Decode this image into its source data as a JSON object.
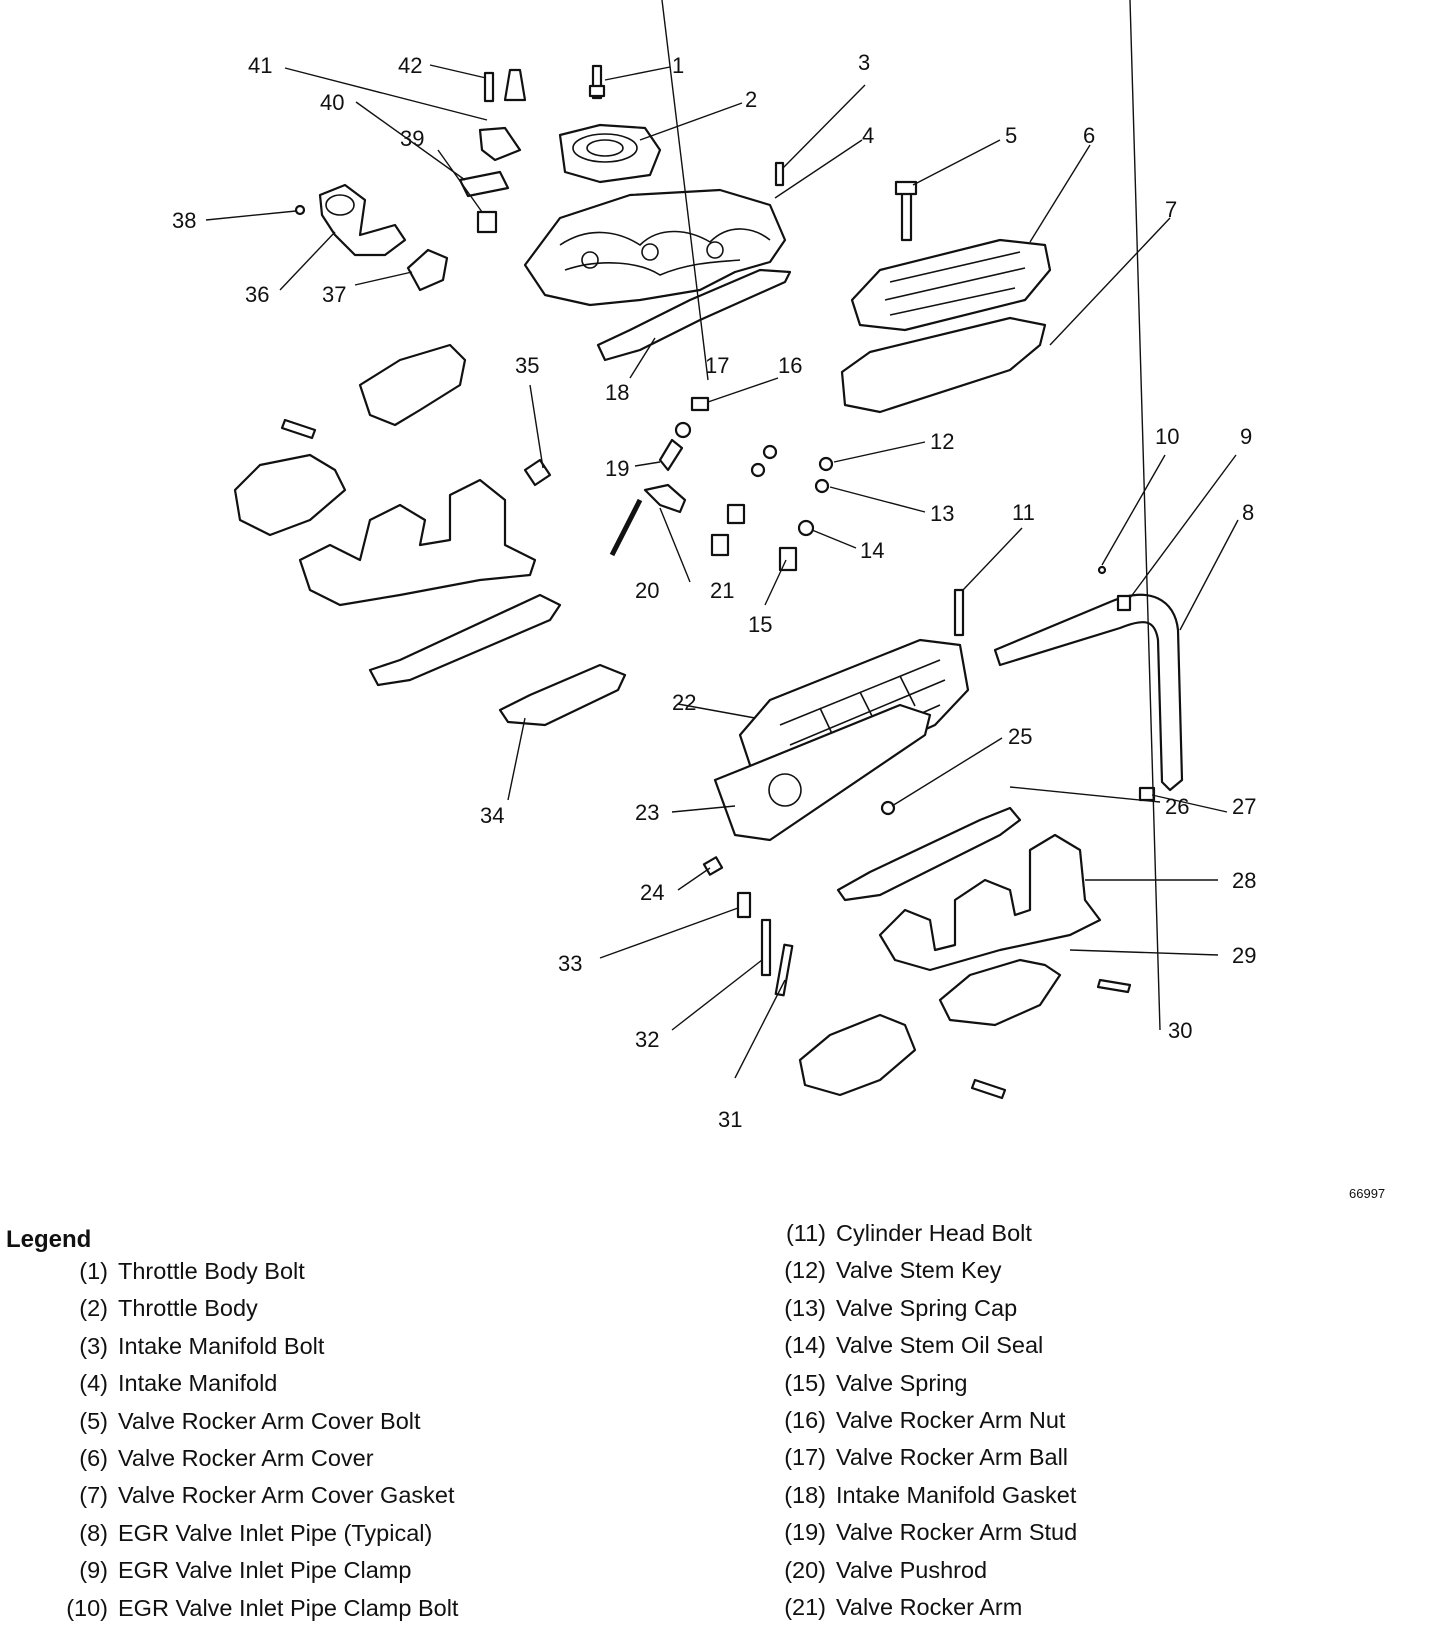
{
  "figure_id": "66997",
  "legend": {
    "title": "Legend",
    "left": [
      {
        "num": "(1)",
        "label": "Throttle Body Bolt"
      },
      {
        "num": "(2)",
        "label": "Throttle Body"
      },
      {
        "num": "(3)",
        "label": "Intake Manifold Bolt"
      },
      {
        "num": "(4)",
        "label": "Intake Manifold"
      },
      {
        "num": "(5)",
        "label": "Valve Rocker Arm Cover Bolt"
      },
      {
        "num": "(6)",
        "label": "Valve Rocker Arm Cover"
      },
      {
        "num": "(7)",
        "label": "Valve Rocker Arm Cover Gasket"
      },
      {
        "num": "(8)",
        "label": "EGR Valve Inlet Pipe (Typical)"
      },
      {
        "num": "(9)",
        "label": "EGR Valve Inlet Pipe Clamp"
      },
      {
        "num": "(10)",
        "label": "EGR Valve Inlet Pipe Clamp Bolt"
      }
    ],
    "right": [
      {
        "num": "(11)",
        "label": "Cylinder Head Bolt"
      },
      {
        "num": "(12)",
        "label": "Valve Stem Key"
      },
      {
        "num": "(13)",
        "label": "Valve Spring Cap"
      },
      {
        "num": "(14)",
        "label": "Valve Stem Oil Seal"
      },
      {
        "num": "(15)",
        "label": "Valve Spring"
      },
      {
        "num": "(16)",
        "label": "Valve Rocker Arm Nut"
      },
      {
        "num": "(17)",
        "label": "Valve Rocker Arm Ball"
      },
      {
        "num": "(18)",
        "label": "Intake Manifold Gasket"
      },
      {
        "num": "(19)",
        "label": "Valve Rocker Arm Stud"
      },
      {
        "num": "(20)",
        "label": "Valve Pushrod"
      },
      {
        "num": "(21)",
        "label": "Valve Rocker Arm"
      }
    ]
  },
  "callouts": [
    "1",
    "2",
    "3",
    "4",
    "5",
    "6",
    "7",
    "8",
    "9",
    "10",
    "11",
    "12",
    "13",
    "14",
    "15",
    "16",
    "17",
    "18",
    "19",
    "20",
    "21",
    "22",
    "23",
    "24",
    "25",
    "26",
    "27",
    "28",
    "29",
    "30",
    "31",
    "32",
    "33",
    "34",
    "35",
    "36",
    "37",
    "38",
    "39",
    "40",
    "41",
    "42"
  ]
}
